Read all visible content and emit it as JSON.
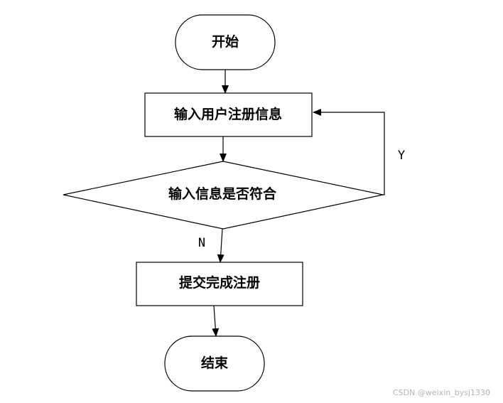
{
  "nodes": {
    "start": {
      "label": "开始"
    },
    "input": {
      "label": "输入用户注册信息"
    },
    "decision": {
      "label": "输入信息是否符合"
    },
    "submit": {
      "label": "提交完成注册"
    },
    "end": {
      "label": "结束"
    }
  },
  "edges": {
    "yes_label": "Y",
    "no_label": "N"
  },
  "watermark": "CSDN @weixin_bysj1330",
  "colors": {
    "stroke": "#000000",
    "text": "#000000",
    "background": "#ffffff",
    "watermark": "#b5b5b5"
  }
}
